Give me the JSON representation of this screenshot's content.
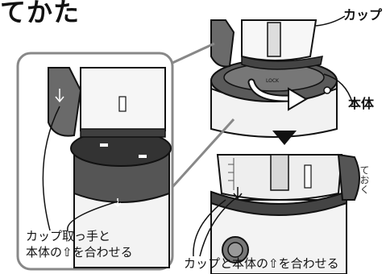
{
  "heading": "てかた",
  "labels": {
    "cup": "カップ",
    "body": "本体",
    "detail_line1": "カップ取っ手と",
    "detail_line2": "本体の⇧を合わせる",
    "bottom": "カップと本体の⇧を合わせる",
    "side": "ておく"
  },
  "icons": {
    "arrow_down": "down-triangle-icon",
    "rotate_arrow": "rotation-arrow-icon",
    "align_mark": "up-arrow-mark-icon"
  },
  "colors": {
    "dark_gray": "#555555",
    "mid_gray": "#8a8a8a",
    "light_gray": "#e6e6e6",
    "outline": "#111111"
  }
}
